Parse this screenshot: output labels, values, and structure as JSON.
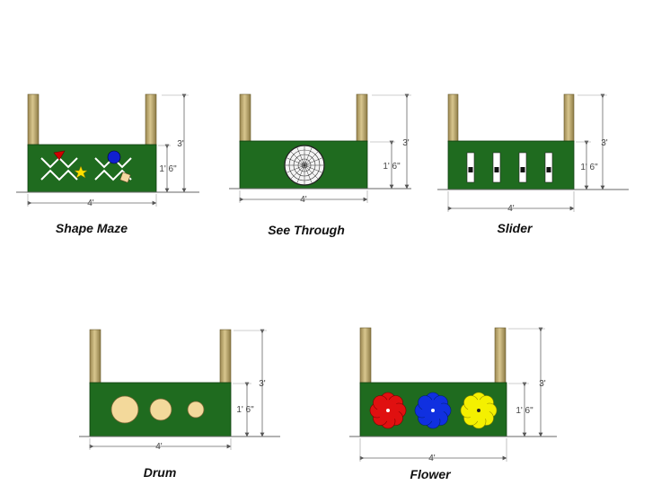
{
  "panels": [
    {
      "caption": "Shape Maze",
      "dims": {
        "height_total": "3'",
        "height_panel": "1' 6\"",
        "width": "4'"
      }
    },
    {
      "caption": "See Through",
      "dims": {
        "height_total": "3'",
        "height_panel": "1' 6\"",
        "width": "4'"
      }
    },
    {
      "caption": "Slider",
      "dims": {
        "height_total": "3'",
        "height_panel": "1' 6\"",
        "width": "4'"
      }
    },
    {
      "caption": "Drum",
      "dims": {
        "height_total": "3'",
        "height_panel": "1' 6\"",
        "width": "4'"
      }
    },
    {
      "caption": "Flower",
      "dims": {
        "height_total": "3'",
        "height_panel": "1' 6\"",
        "width": "4'"
      }
    }
  ],
  "colors": {
    "panel_green": "#1f6b1f",
    "post_wood": "#c8b47a",
    "post_shadow": "#8c7a45",
    "drum_tan": "#f3d99b",
    "flower_red": "#e01010",
    "flower_blue": "#1030e0",
    "flower_yellow": "#f4f000"
  }
}
